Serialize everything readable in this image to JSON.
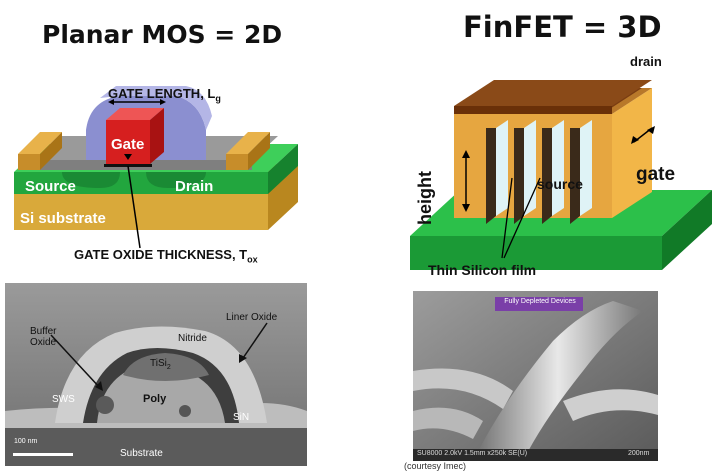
{
  "left": {
    "title": "Planar MOS = 2D",
    "labels": {
      "gate_length": "GATE LENGTH, L",
      "gate_length_sub": "g",
      "gate": "Gate",
      "source": "Source",
      "drain": "Drain",
      "substrate": "Si substrate",
      "oxide": "GATE OXIDE THICKNESS, T",
      "oxide_sub": "ox"
    },
    "micrograph": {
      "liner_oxide": "Liner Oxide",
      "buffer_oxide_1": "Buffer",
      "buffer_oxide_2": "Oxide",
      "nitride": "Nitride",
      "tisi2": "TiSi",
      "tisi2_sub": "2",
      "sws": "SWS",
      "poly": "Poly",
      "sin": "SiN",
      "substrate": "Substrate",
      "scale": "100 nm"
    }
  },
  "right": {
    "title": "FinFET = 3D",
    "labels": {
      "drain": "drain",
      "height": "height",
      "source": "source",
      "gate": "gate",
      "thin_film": "Thin Silicon film"
    },
    "sem": {
      "banner": "Fully Depleted Devices",
      "footer_left": "SU8000 2.0kV 1.5mm x250k SE(U)",
      "footer_right": "200nm",
      "courtesy": "(courtesy Imec)"
    }
  },
  "colors": {
    "gate_red": "#d61f1f",
    "spacer_blue": "#8b8fd0",
    "green": "#2aa84a",
    "gold": "#e0a23a",
    "brown": "#7a3d12"
  }
}
